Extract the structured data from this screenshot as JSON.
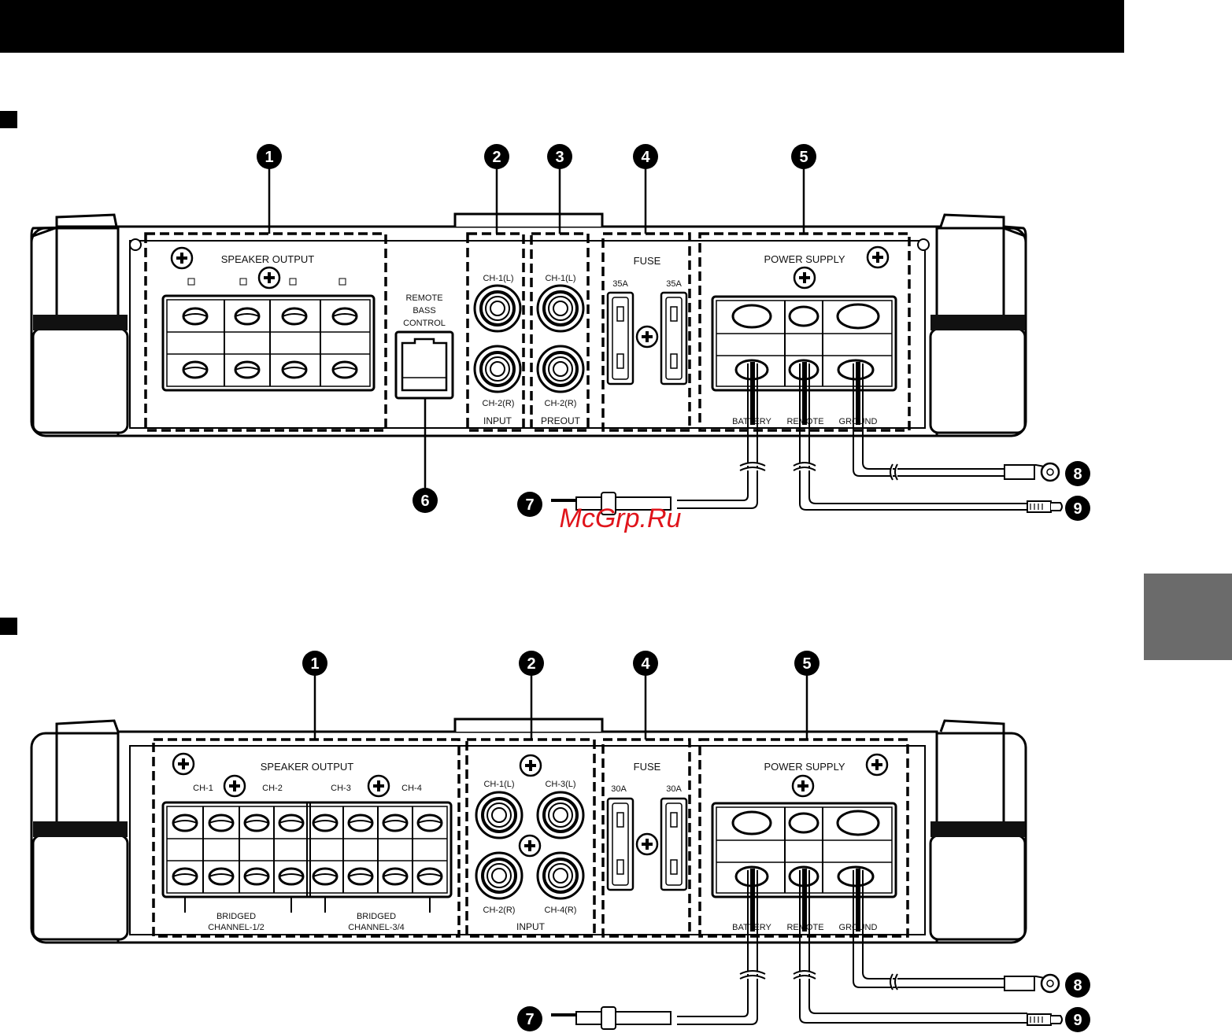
{
  "callouts": {
    "n1": "1",
    "n2": "2",
    "n3": "3",
    "n4": "4",
    "n5": "5",
    "n6": "6",
    "n7": "7",
    "n8": "8",
    "n9": "9"
  },
  "diagram1": {
    "speaker_output": "SPEAKER OUTPUT",
    "remote_line1": "REMOTE",
    "remote_line2": "BASS",
    "remote_line3": "CONTROL",
    "ch1": "CH-1(L)",
    "ch2": "CH-2(R)",
    "input": "INPUT",
    "preout": "PREOUT",
    "fuse": "FUSE",
    "fuse_rating": "35A",
    "power_supply": "POWER SUPPLY",
    "battery": "BATTERY",
    "remote": "REMOTE",
    "ground": "GROUND"
  },
  "diagram2": {
    "speaker_output": "SPEAKER OUTPUT",
    "ch1": "CH-1",
    "ch2": "CH-2",
    "ch3": "CH-3",
    "ch4": "CH-4",
    "bridged": "BRIDGED",
    "bridged_12": "CHANNEL-1/2",
    "bridged_34": "CHANNEL-3/4",
    "in_ch1": "CH-1(L)",
    "in_ch2": "CH-2(R)",
    "in_ch3": "CH-3(L)",
    "in_ch4": "CH-4(R)",
    "input": "INPUT",
    "fuse": "FUSE",
    "fuse_rating": "30A",
    "power_supply": "POWER SUPPLY",
    "battery": "BATTERY",
    "remote": "REMOTE",
    "ground": "GROUND"
  },
  "watermark": "McGrp.Ru"
}
